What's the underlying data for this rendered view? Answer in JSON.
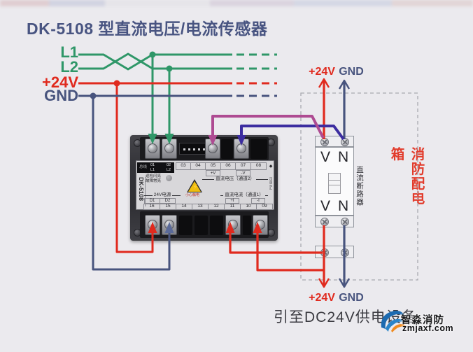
{
  "title": "DK-5108 型直流电压/电流传感器",
  "bus_labels": {
    "l1": "L1",
    "l2": "L2",
    "p24": "+24V",
    "gnd": "GND"
  },
  "panel_top": {
    "p24": "+24V",
    "gnd": "GND"
  },
  "panel_bottom": {
    "p24": "+24V",
    "gnd": "GND"
  },
  "device": {
    "model": "DK-5108",
    "bus": "总线",
    "t01": "01",
    "t01b": "L1",
    "t02": "02",
    "t02b": "L2",
    "top_cells": [
      "03",
      "04",
      "05",
      "06",
      "07",
      "08"
    ],
    "pv": "+V",
    "mv": "-V",
    "voltage_label": "直流电压（通道2）",
    "led1": "巡检闪亮",
    "led2": "故障常亮",
    "warn_icon": "⚡",
    "warn_text": "小心触电",
    "power_label": "24V电源",
    "current_label": "直流电流（通道1）",
    "d1": "D1",
    "d2": "D2",
    "pi": "+I",
    "mi": "-I",
    "bottom_cells": [
      "16",
      "15",
      "14",
      "13",
      "12",
      "11",
      "10",
      "09"
    ],
    "brand_mark": "◆",
    "brand": "汉泽三汇"
  },
  "breaker": {
    "v": "V",
    "n": "N",
    "name": "直流断路器"
  },
  "box_label": "消防配电箱",
  "bottom_note": "引至DC24V供电设备",
  "watermark": {
    "name": "智淼消防",
    "site": "zmjaxf.com"
  },
  "colors": {
    "green": "#2f9768",
    "red": "#e02a1e",
    "navy": "#48547e",
    "magenta": "#ae4b92",
    "indigo": "#3c2da0",
    "title": "#485481",
    "box_red": "#e23c2c",
    "background": "#ebeaee"
  }
}
